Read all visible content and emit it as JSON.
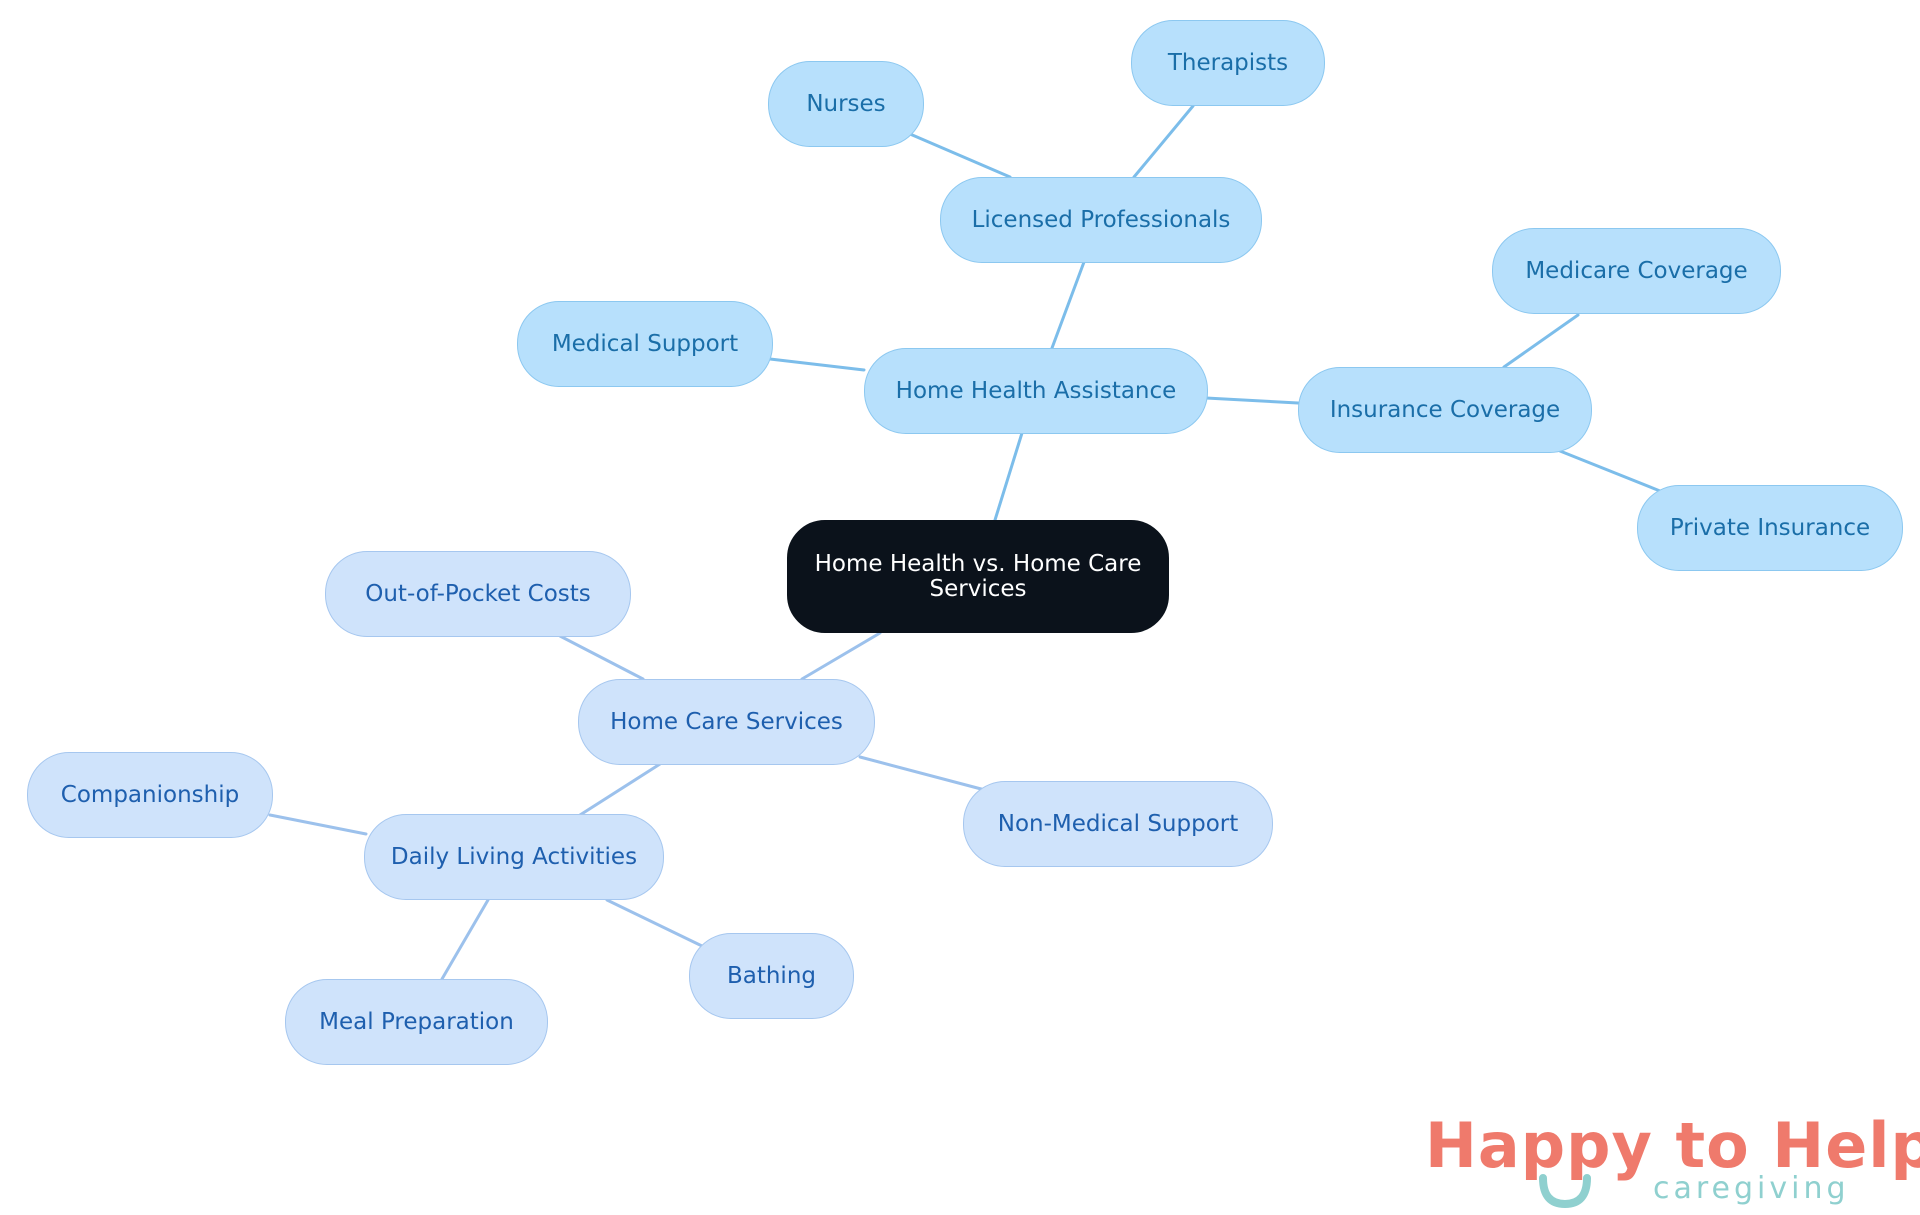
{
  "diagram": {
    "root": {
      "label": "Home Health vs. Home Care Services"
    },
    "branches": [
      {
        "label": "Home Health Assistance",
        "children": [
          {
            "label": "Licensed Professionals",
            "children": [
              {
                "label": "Nurses"
              },
              {
                "label": "Therapists"
              }
            ]
          },
          {
            "label": "Medical Support"
          },
          {
            "label": "Insurance Coverage",
            "children": [
              {
                "label": "Medicare Coverage"
              },
              {
                "label": "Private Insurance"
              }
            ]
          }
        ]
      },
      {
        "label": "Home Care Services",
        "children": [
          {
            "label": "Out-of-Pocket Costs"
          },
          {
            "label": "Daily Living Activities",
            "children": [
              {
                "label": "Companionship"
              },
              {
                "label": "Meal Preparation"
              },
              {
                "label": "Bathing"
              }
            ]
          },
          {
            "label": "Non-Medical Support"
          }
        ]
      }
    ]
  },
  "colors": {
    "root_fill": "#0b121b",
    "health_fill": "#b7e0fc",
    "care_fill": "#cfe3fb",
    "health_text": "#1a6ea8",
    "care_text": "#1e5fae",
    "edge_health": "#7cbdea",
    "edge_care": "#9cc1ec"
  },
  "logo": {
    "title": "Happy to Help",
    "subtitle": "caregiving",
    "title_color": "#ef7a6c",
    "accent_color": "#8fd0cf"
  }
}
